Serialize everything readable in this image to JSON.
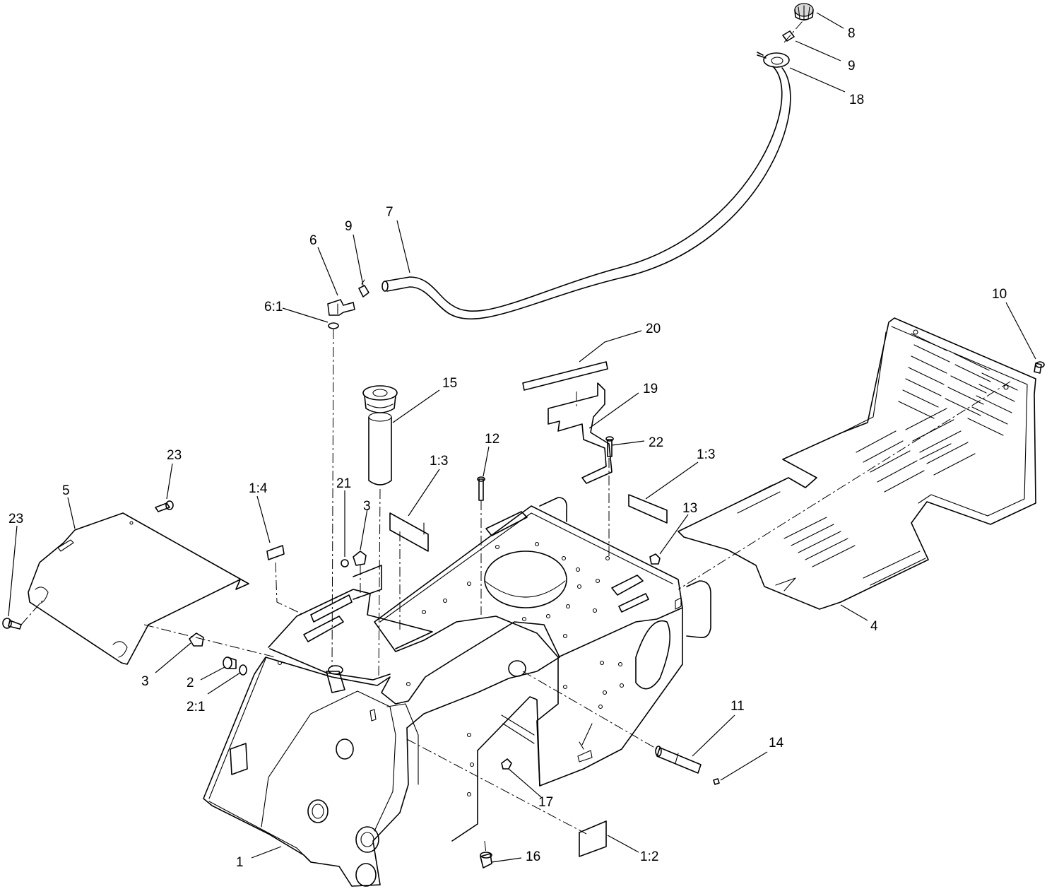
{
  "callouts": [
    {
      "id": "c8",
      "text": "8"
    },
    {
      "id": "c9a",
      "text": "9"
    },
    {
      "id": "c18",
      "text": "18"
    },
    {
      "id": "c7",
      "text": "7"
    },
    {
      "id": "c9b",
      "text": "9"
    },
    {
      "id": "c6",
      "text": "6"
    },
    {
      "id": "c61",
      "text": "6:1"
    },
    {
      "id": "c20",
      "text": "20"
    },
    {
      "id": "c19",
      "text": "19"
    },
    {
      "id": "c22",
      "text": "22"
    },
    {
      "id": "c10",
      "text": "10"
    },
    {
      "id": "c15",
      "text": "15"
    },
    {
      "id": "c12",
      "text": "12"
    },
    {
      "id": "c13a",
      "text": "1:3"
    },
    {
      "id": "c13b",
      "text": "1:3"
    },
    {
      "id": "c13",
      "text": "13"
    },
    {
      "id": "c23a",
      "text": "23"
    },
    {
      "id": "c23b",
      "text": "23"
    },
    {
      "id": "c5",
      "text": "5"
    },
    {
      "id": "c14a",
      "text": "1:4"
    },
    {
      "id": "c21",
      "text": "21"
    },
    {
      "id": "c3a",
      "text": "3"
    },
    {
      "id": "c3b",
      "text": "3"
    },
    {
      "id": "c2",
      "text": "2"
    },
    {
      "id": "c21b",
      "text": "2:1"
    },
    {
      "id": "c4",
      "text": "4"
    },
    {
      "id": "c11",
      "text": "11"
    },
    {
      "id": "c14",
      "text": "14"
    },
    {
      "id": "c17",
      "text": "17"
    },
    {
      "id": "c1",
      "text": "1"
    },
    {
      "id": "c16",
      "text": "16"
    },
    {
      "id": "c12b",
      "text": "1:2"
    }
  ]
}
